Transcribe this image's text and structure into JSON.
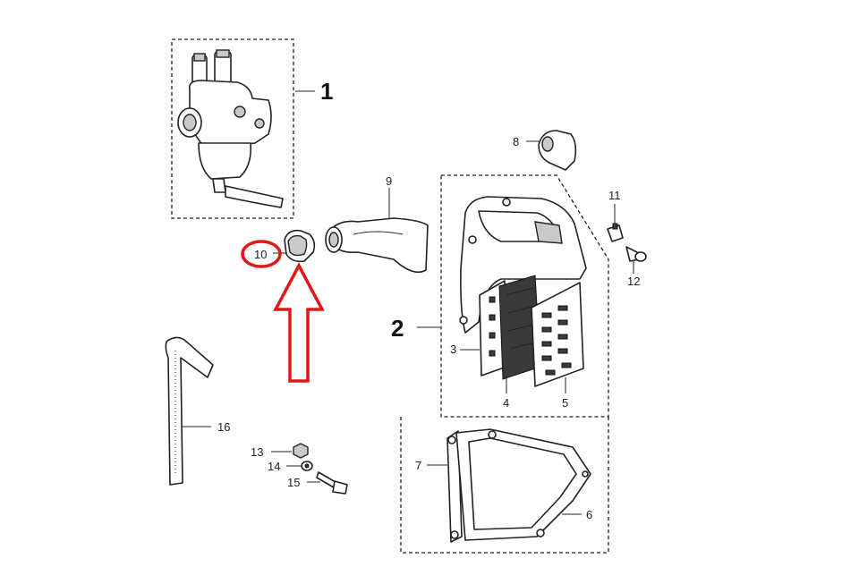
{
  "labels": {
    "group1": "1",
    "group2": "2",
    "p3": "3",
    "p4": "4",
    "p5": "5",
    "p6": "6",
    "p7": "7",
    "p8": "8",
    "p9": "9",
    "p10": "10",
    "p11": "11",
    "p12": "12",
    "p13": "13",
    "p14": "14",
    "p15": "15",
    "p16": "16"
  },
  "highlight": {
    "color": "#e01818",
    "target_label": "10"
  }
}
